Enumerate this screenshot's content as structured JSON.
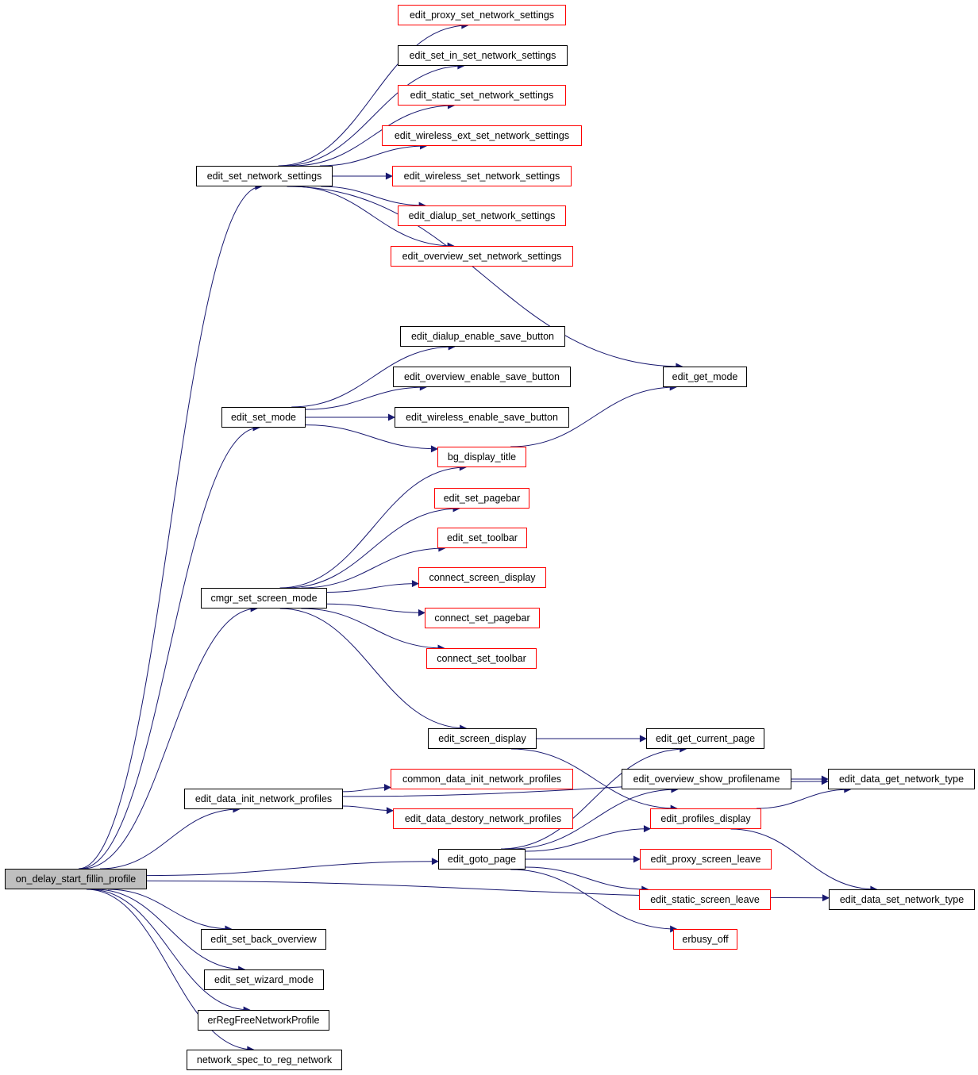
{
  "colors": {
    "edge": "#191970",
    "node_border": "#000000",
    "node_border_undocumented": "#ff0000",
    "root_fill": "#bfbfbf"
  },
  "nodes": {
    "root": {
      "label": "on_delay_start_fillin_profile",
      "kind": "root"
    },
    "edit_set_network_settings": {
      "label": "edit_set_network_settings",
      "kind": "normal"
    },
    "edit_proxy_set_network_settings": {
      "label": "edit_proxy_set_network_settings",
      "kind": "undocumented"
    },
    "edit_set_in_set_network_settings": {
      "label": "edit_set_in_set_network_settings",
      "kind": "normal"
    },
    "edit_static_set_network_settings": {
      "label": "edit_static_set_network_settings",
      "kind": "undocumented"
    },
    "edit_wireless_ext_set_network_settings": {
      "label": "edit_wireless_ext_set_network_settings",
      "kind": "undocumented"
    },
    "edit_wireless_set_network_settings": {
      "label": "edit_wireless_set_network_settings",
      "kind": "undocumented"
    },
    "edit_dialup_set_network_settings": {
      "label": "edit_dialup_set_network_settings",
      "kind": "undocumented"
    },
    "edit_overview_set_network_settings": {
      "label": "edit_overview_set_network_settings",
      "kind": "undocumented"
    },
    "edit_get_mode": {
      "label": "edit_get_mode",
      "kind": "normal"
    },
    "edit_dialup_enable_save_button": {
      "label": "edit_dialup_enable_save_button",
      "kind": "normal"
    },
    "edit_overview_enable_save_button": {
      "label": "edit_overview_enable_save_button",
      "kind": "normal"
    },
    "edit_set_mode": {
      "label": "edit_set_mode",
      "kind": "normal"
    },
    "edit_wireless_enable_save_button": {
      "label": "edit_wireless_enable_save_button",
      "kind": "normal"
    },
    "bg_display_title": {
      "label": "bg_display_title",
      "kind": "undocumented"
    },
    "edit_set_pagebar": {
      "label": "edit_set_pagebar",
      "kind": "undocumented"
    },
    "edit_set_toolbar": {
      "label": "edit_set_toolbar",
      "kind": "undocumented"
    },
    "connect_screen_display": {
      "label": "connect_screen_display",
      "kind": "undocumented"
    },
    "cmgr_set_screen_mode": {
      "label": "cmgr_set_screen_mode",
      "kind": "normal"
    },
    "connect_set_pagebar": {
      "label": "connect_set_pagebar",
      "kind": "undocumented"
    },
    "connect_set_toolbar": {
      "label": "connect_set_toolbar",
      "kind": "undocumented"
    },
    "edit_screen_display": {
      "label": "edit_screen_display",
      "kind": "normal"
    },
    "edit_get_current_page": {
      "label": "edit_get_current_page",
      "kind": "normal"
    },
    "edit_overview_show_profilename": {
      "label": "edit_overview_show_profilename",
      "kind": "normal"
    },
    "edit_data_get_network_type": {
      "label": "edit_data_get_network_type",
      "kind": "normal"
    },
    "common_data_init_network_profiles": {
      "label": "common_data_init_network_profiles",
      "kind": "undocumented"
    },
    "edit_data_init_network_profiles": {
      "label": "edit_data_init_network_profiles",
      "kind": "normal"
    },
    "edit_data_destory_network_profiles": {
      "label": "edit_data_destory_network_profiles",
      "kind": "undocumented"
    },
    "edit_profiles_display": {
      "label": "edit_profiles_display",
      "kind": "undocumented"
    },
    "edit_goto_page": {
      "label": "edit_goto_page",
      "kind": "normal"
    },
    "edit_proxy_screen_leave": {
      "label": "edit_proxy_screen_leave",
      "kind": "undocumented"
    },
    "edit_static_screen_leave": {
      "label": "edit_static_screen_leave",
      "kind": "undocumented"
    },
    "edit_data_set_network_type": {
      "label": "edit_data_set_network_type",
      "kind": "normal"
    },
    "erbusy_off": {
      "label": "erbusy_off",
      "kind": "undocumented"
    },
    "edit_set_back_overview": {
      "label": "edit_set_back_overview",
      "kind": "normal"
    },
    "edit_set_wizard_mode": {
      "label": "edit_set_wizard_mode",
      "kind": "normal"
    },
    "erRegFreeNetworkProfile": {
      "label": "erRegFreeNetworkProfile",
      "kind": "normal"
    },
    "network_spec_to_reg_network": {
      "label": "network_spec_to_reg_network",
      "kind": "normal"
    }
  },
  "edges": [
    [
      "root",
      "edit_set_network_settings"
    ],
    [
      "root",
      "edit_set_mode"
    ],
    [
      "root",
      "cmgr_set_screen_mode"
    ],
    [
      "root",
      "edit_data_init_network_profiles"
    ],
    [
      "root",
      "edit_goto_page"
    ],
    [
      "root",
      "edit_data_set_network_type"
    ],
    [
      "root",
      "edit_set_back_overview"
    ],
    [
      "root",
      "edit_set_wizard_mode"
    ],
    [
      "root",
      "erRegFreeNetworkProfile"
    ],
    [
      "root",
      "network_spec_to_reg_network"
    ],
    [
      "edit_set_network_settings",
      "edit_proxy_set_network_settings"
    ],
    [
      "edit_set_network_settings",
      "edit_set_in_set_network_settings"
    ],
    [
      "edit_set_network_settings",
      "edit_static_set_network_settings"
    ],
    [
      "edit_set_network_settings",
      "edit_wireless_ext_set_network_settings"
    ],
    [
      "edit_set_network_settings",
      "edit_wireless_set_network_settings"
    ],
    [
      "edit_set_network_settings",
      "edit_dialup_set_network_settings"
    ],
    [
      "edit_set_network_settings",
      "edit_overview_set_network_settings"
    ],
    [
      "edit_set_network_settings",
      "edit_get_mode"
    ],
    [
      "edit_set_mode",
      "edit_dialup_enable_save_button"
    ],
    [
      "edit_set_mode",
      "edit_overview_enable_save_button"
    ],
    [
      "edit_set_mode",
      "edit_wireless_enable_save_button"
    ],
    [
      "edit_set_mode",
      "bg_display_title"
    ],
    [
      "bg_display_title",
      "edit_get_mode"
    ],
    [
      "cmgr_set_screen_mode",
      "bg_display_title"
    ],
    [
      "cmgr_set_screen_mode",
      "edit_set_pagebar"
    ],
    [
      "cmgr_set_screen_mode",
      "edit_set_toolbar"
    ],
    [
      "cmgr_set_screen_mode",
      "connect_screen_display"
    ],
    [
      "cmgr_set_screen_mode",
      "connect_set_pagebar"
    ],
    [
      "cmgr_set_screen_mode",
      "connect_set_toolbar"
    ],
    [
      "cmgr_set_screen_mode",
      "edit_screen_display"
    ],
    [
      "edit_screen_display",
      "edit_get_current_page"
    ],
    [
      "edit_screen_display",
      "edit_profiles_display"
    ],
    [
      "edit_data_init_network_profiles",
      "edit_data_get_network_type"
    ],
    [
      "edit_data_init_network_profiles",
      "common_data_init_network_profiles"
    ],
    [
      "edit_data_init_network_profiles",
      "edit_data_destory_network_profiles"
    ],
    [
      "edit_overview_show_profilename",
      "edit_data_get_network_type"
    ],
    [
      "edit_profiles_display",
      "edit_data_get_network_type"
    ],
    [
      "edit_profiles_display",
      "edit_data_set_network_type"
    ],
    [
      "edit_goto_page",
      "edit_get_current_page"
    ],
    [
      "edit_goto_page",
      "edit_overview_show_profilename"
    ],
    [
      "edit_goto_page",
      "edit_profiles_display"
    ],
    [
      "edit_goto_page",
      "edit_proxy_screen_leave"
    ],
    [
      "edit_goto_page",
      "edit_static_screen_leave"
    ],
    [
      "edit_goto_page",
      "erbusy_off"
    ]
  ]
}
